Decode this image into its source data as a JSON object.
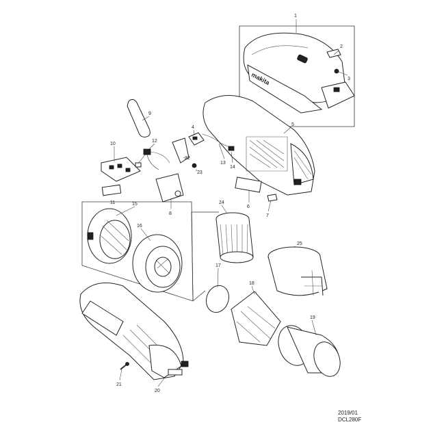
{
  "diagram": {
    "footer_date": "2019/01",
    "footer_model": "DCL280F",
    "brand_text": "makita",
    "callouts": [
      {
        "id": "1",
        "label": "1"
      },
      {
        "id": "2",
        "label": "2"
      },
      {
        "id": "3",
        "label": "3"
      },
      {
        "id": "4",
        "label": "4"
      },
      {
        "id": "5",
        "label": "5"
      },
      {
        "id": "6",
        "label": "6"
      },
      {
        "id": "7",
        "label": "7"
      },
      {
        "id": "8",
        "label": "8"
      },
      {
        "id": "9",
        "label": "9"
      },
      {
        "id": "10",
        "label": "10"
      },
      {
        "id": "11",
        "label": "11"
      },
      {
        "id": "12",
        "label": "12"
      },
      {
        "id": "13",
        "label": "13"
      },
      {
        "id": "14",
        "label": "14"
      },
      {
        "id": "15",
        "label": "15"
      },
      {
        "id": "16",
        "label": "16"
      },
      {
        "id": "17",
        "label": "17"
      },
      {
        "id": "18",
        "label": "18"
      },
      {
        "id": "19",
        "label": "19"
      },
      {
        "id": "20",
        "label": "20"
      },
      {
        "id": "21",
        "label": "21"
      },
      {
        "id": "22",
        "label": "22"
      },
      {
        "id": "23",
        "label": "23"
      },
      {
        "id": "24",
        "label": "24"
      },
      {
        "id": "25",
        "label": "25"
      }
    ]
  }
}
